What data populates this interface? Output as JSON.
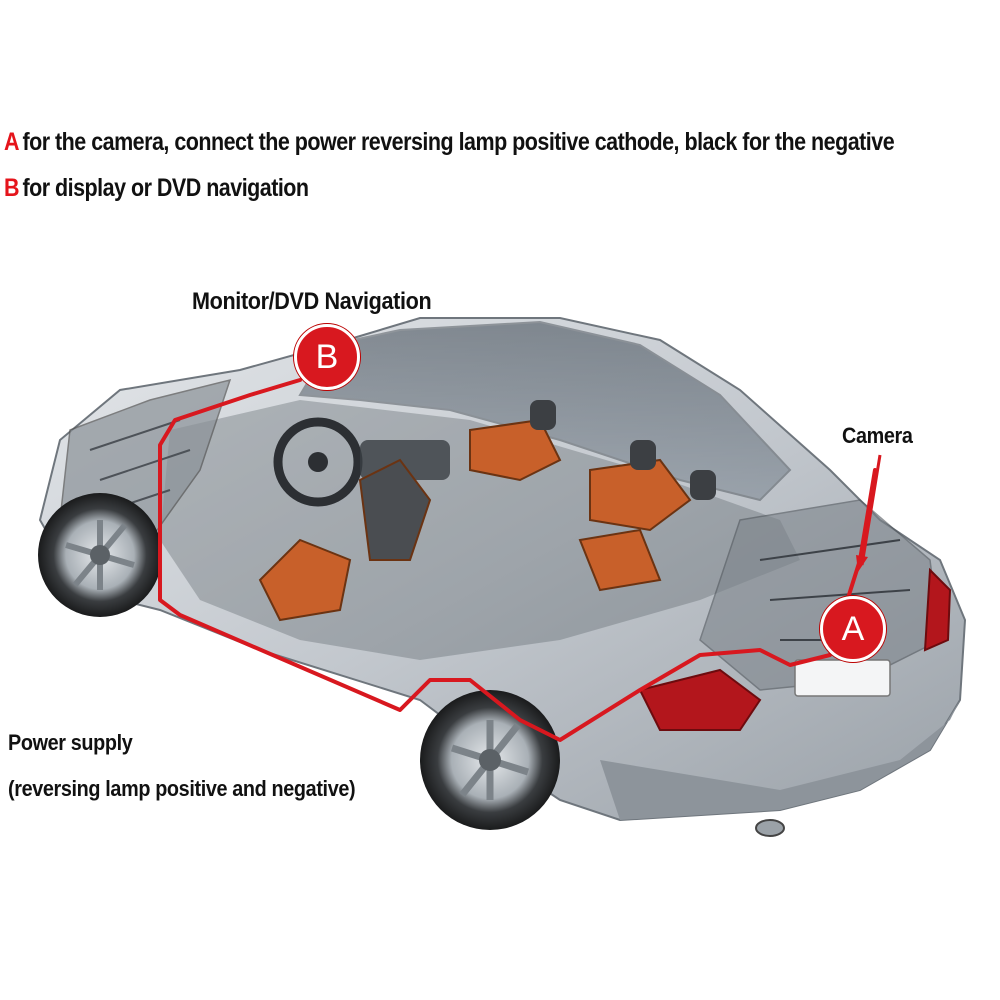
{
  "legend": {
    "a_key": "A",
    "a_text": "for the camera, connect the power reversing lamp positive cathode, black for the negative",
    "b_key": "B",
    "b_text": "for display or DVD navigation"
  },
  "labels": {
    "monitor": "Monitor/DVD Navigation",
    "camera": "Camera",
    "power_supply": "Power supply",
    "power_detail": "(reversing lamp positive and negative)"
  },
  "badges": {
    "a": "A",
    "b": "B"
  },
  "colors": {
    "wire": "#d8181f",
    "badge": "#d8181f",
    "car_body": "#c9ced4",
    "seat": "#c8602a"
  }
}
